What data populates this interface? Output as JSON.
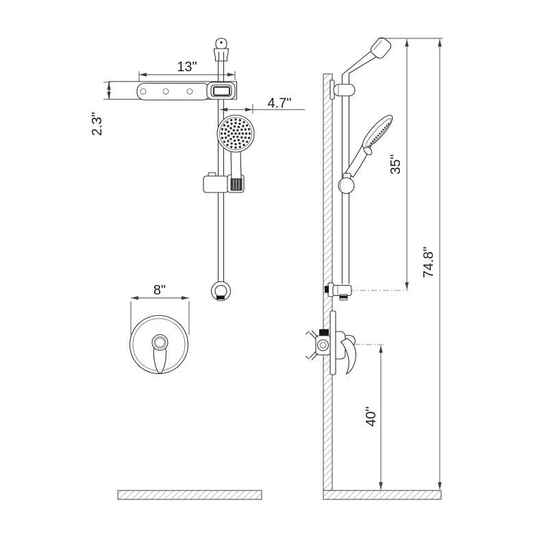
{
  "meta": {
    "background_color": "#ffffff",
    "line_color": "#2e2e2e",
    "text_color": "#1c1c1c",
    "drawing_type": "shower-system-installation-dimensions"
  },
  "front_view": {
    "dims": {
      "bar_width": "13\"",
      "bracket_height": "2.3\"",
      "handshower_diameter": "4.7\"",
      "trim_diameter": "8\""
    }
  },
  "side_view": {
    "dims": {
      "slidebar_span": "35\"",
      "total_height": "74.8\"",
      "valve_height": "40\""
    }
  }
}
